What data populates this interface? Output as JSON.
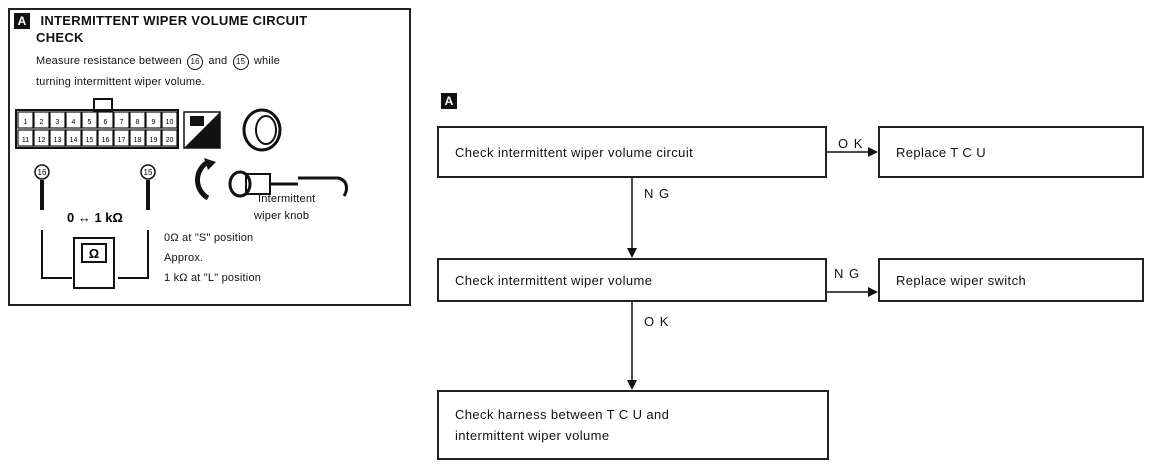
{
  "panel": {
    "badge": "A",
    "title_line1": "INTERMITTENT WIPER VOLUME CIRCUIT",
    "title_line2": "CHECK",
    "instruction_line1": "Measure resistance between",
    "instruction_and": "and",
    "instruction_while": "while",
    "instruction_line2": "turning intermittent wiper volume.",
    "terminal_a": "16",
    "terminal_b": "15",
    "resistance_range": "0 ↔ 1 kΩ",
    "meter_symbol": "Ω",
    "knob_label_line1": "Intermittent",
    "knob_label_line2": "wiper knob",
    "spec_line1": "0Ω at \"S\" position",
    "spec_line2": "Approx.",
    "spec_line3": "1 kΩ at \"L\" position",
    "connector_top_row": [
      "1",
      "2",
      "3",
      "4",
      "5",
      "6",
      "7",
      "8",
      "9",
      "10"
    ],
    "connector_bottom_row": [
      "11",
      "12",
      "13",
      "14",
      "15",
      "16",
      "17",
      "18",
      "19",
      "20"
    ]
  },
  "flowchart": {
    "badge": "A",
    "step1": "Check intermittent wiper volume circuit",
    "step1_ok_label": "O K",
    "step1_ok_action": "Replace T C U",
    "step1_ng_label": "N G",
    "step2": "Check intermittent wiper volume",
    "step2_ng_label": "N G",
    "step2_ng_action": "Replace wiper switch",
    "step2_ok_label": "O K",
    "step3_line1": "Check harness between T C U  and",
    "step3_line2": "intermittent wiper volume"
  }
}
